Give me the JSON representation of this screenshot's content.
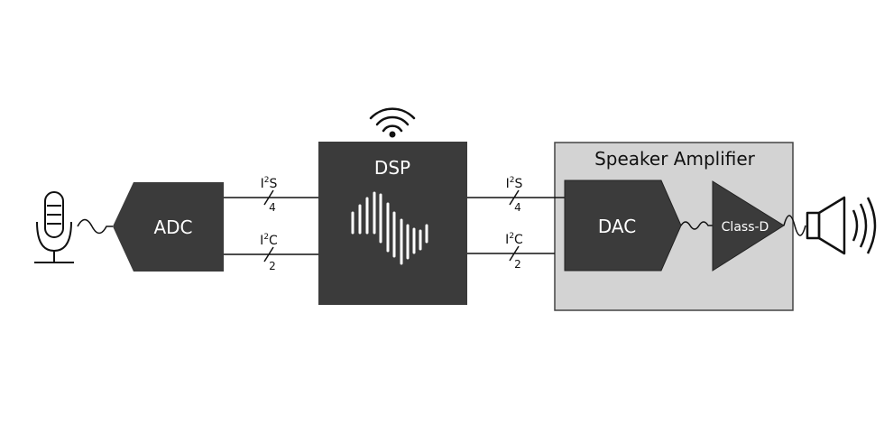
{
  "colors": {
    "block_fill": "#3b3b3b",
    "amp_box_fill": "#d3d3d3",
    "line": "#111111",
    "background": "#ffffff"
  },
  "icons": {
    "source": "microphone-icon",
    "wireless": "wifi-icon",
    "dsp_art": "audio-waveform-icon",
    "output": "speaker-icon"
  },
  "blocks": {
    "adc": "ADC",
    "dsp": "DSP",
    "dac": "DAC",
    "class_d": "Class-D",
    "speaker_amplifier": "Speaker Amplifier"
  },
  "buses": {
    "adc_i2s": {
      "letter": "I",
      "sup": "2",
      "suffix": "S",
      "width": "4"
    },
    "adc_i2c": {
      "letter": "I",
      "sup": "2",
      "suffix": "C",
      "width": "2"
    },
    "dsp_i2s": {
      "letter": "I",
      "sup": "2",
      "suffix": "S",
      "width": "4"
    },
    "dsp_i2c": {
      "letter": "I",
      "sup": "2",
      "suffix": "C",
      "width": "2"
    }
  }
}
